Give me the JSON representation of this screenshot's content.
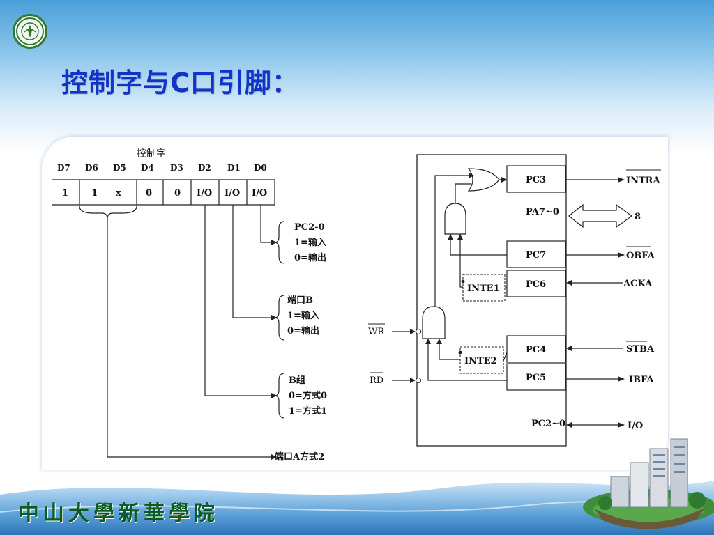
{
  "slide": {
    "title": "控制字与C口引脚：",
    "footer": "中山大學新華學院",
    "logo_icon": "school-emblem-icon",
    "decoration_icon": "campus-island-icon"
  },
  "control_word": {
    "label": "控制字",
    "bits": [
      "D7",
      "D6",
      "D5",
      "D4",
      "D3",
      "D2",
      "D1",
      "D0"
    ],
    "values": [
      "1",
      "1",
      "x",
      "0",
      "0",
      "I/O",
      "I/O",
      "I/O"
    ],
    "pc_group": {
      "title": "PC2-0",
      "line1": "1=输入",
      "line2": "0=输出"
    },
    "port_b": {
      "title": "端口B",
      "line1": "1=输入",
      "line2": "0=输出"
    },
    "group_b": {
      "title": "B组",
      "line1": "0=方式0",
      "line2": "1=方式1"
    },
    "port_a_mode": "端口A方式2"
  },
  "port_c": {
    "pc3": "PC3",
    "pa": "PA7~0",
    "pc7": "PC7",
    "inte1": "INTE1",
    "pc6": "PC6",
    "pc4": "PC4",
    "inte2": "INTE2",
    "pc5": "PC5",
    "pc20": "PC2~0",
    "wr": "WR",
    "rd": "RD",
    "intr": "INTRA",
    "eight": "8",
    "obf": "OBFA",
    "ack": "ACKA",
    "stb": "STBA",
    "ibf": "IBFA",
    "io": "I/O"
  }
}
